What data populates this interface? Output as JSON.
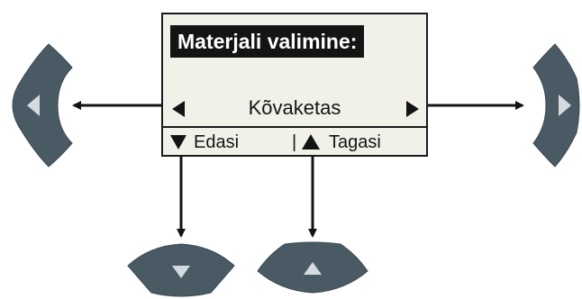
{
  "display": {
    "title": "Materjali valimine:",
    "selected_value": "Kõvaketas",
    "footer": {
      "forward_label": "Edasi",
      "separator": "|",
      "back_label": "Tagasi"
    }
  },
  "buttons": {
    "left": {
      "icon": "triangle-left-icon"
    },
    "right": {
      "icon": "triangle-right-icon"
    },
    "down": {
      "icon": "triangle-down-icon"
    },
    "up": {
      "icon": "triangle-up-icon"
    }
  },
  "colors": {
    "button_fill": "#4a5a64",
    "button_icon": "#d3dbe0",
    "lcd_background": "#f1f1ea",
    "lcd_ink": "#141414",
    "arrow": "#141414"
  }
}
